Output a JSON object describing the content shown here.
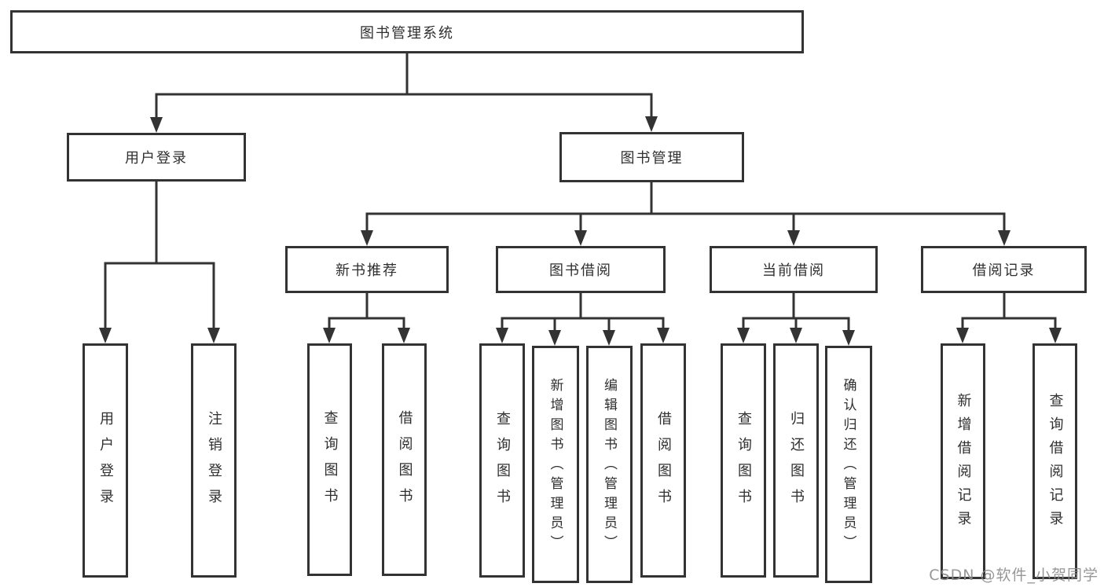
{
  "diagram": {
    "type": "tree",
    "title": "图书管理系统",
    "watermark": "CSDN @软件_小贺同学",
    "nodes": {
      "root": "图书管理系统",
      "user-login": "用户登录",
      "book-mgmt": "图书管理",
      "new-book-rec": "新书推荐",
      "book-borrow": "图书借阅",
      "current-borrow": "当前借阅",
      "borrow-records": "借阅记录",
      "login": "用户登录",
      "logout": "注销登录",
      "rec-query": "查询图书",
      "rec-borrow": "借阅图书",
      "bb-query": "查询图书",
      "bb-add": "新增图书（管理员）",
      "bb-edit": "编辑图书（管理员）",
      "bb-borrow": "借阅图书",
      "cb-query": "查询图书",
      "cb-return": "归还图书",
      "cb-confirm": "确认归还（管理员）",
      "br-add": "新增借阅记录",
      "br-query": "查询借阅记录"
    },
    "edges": [
      [
        "root",
        "user-login"
      ],
      [
        "root",
        "book-mgmt"
      ],
      [
        "user-login",
        "login"
      ],
      [
        "user-login",
        "logout"
      ],
      [
        "book-mgmt",
        "new-book-rec"
      ],
      [
        "book-mgmt",
        "book-borrow"
      ],
      [
        "book-mgmt",
        "current-borrow"
      ],
      [
        "book-mgmt",
        "borrow-records"
      ],
      [
        "new-book-rec",
        "rec-query"
      ],
      [
        "new-book-rec",
        "rec-borrow"
      ],
      [
        "book-borrow",
        "bb-query"
      ],
      [
        "book-borrow",
        "bb-add"
      ],
      [
        "book-borrow",
        "bb-edit"
      ],
      [
        "book-borrow",
        "bb-borrow"
      ],
      [
        "current-borrow",
        "cb-query"
      ],
      [
        "current-borrow",
        "cb-return"
      ],
      [
        "current-borrow",
        "cb-confirm"
      ],
      [
        "borrow-records",
        "br-add"
      ],
      [
        "borrow-records",
        "br-query"
      ]
    ]
  }
}
